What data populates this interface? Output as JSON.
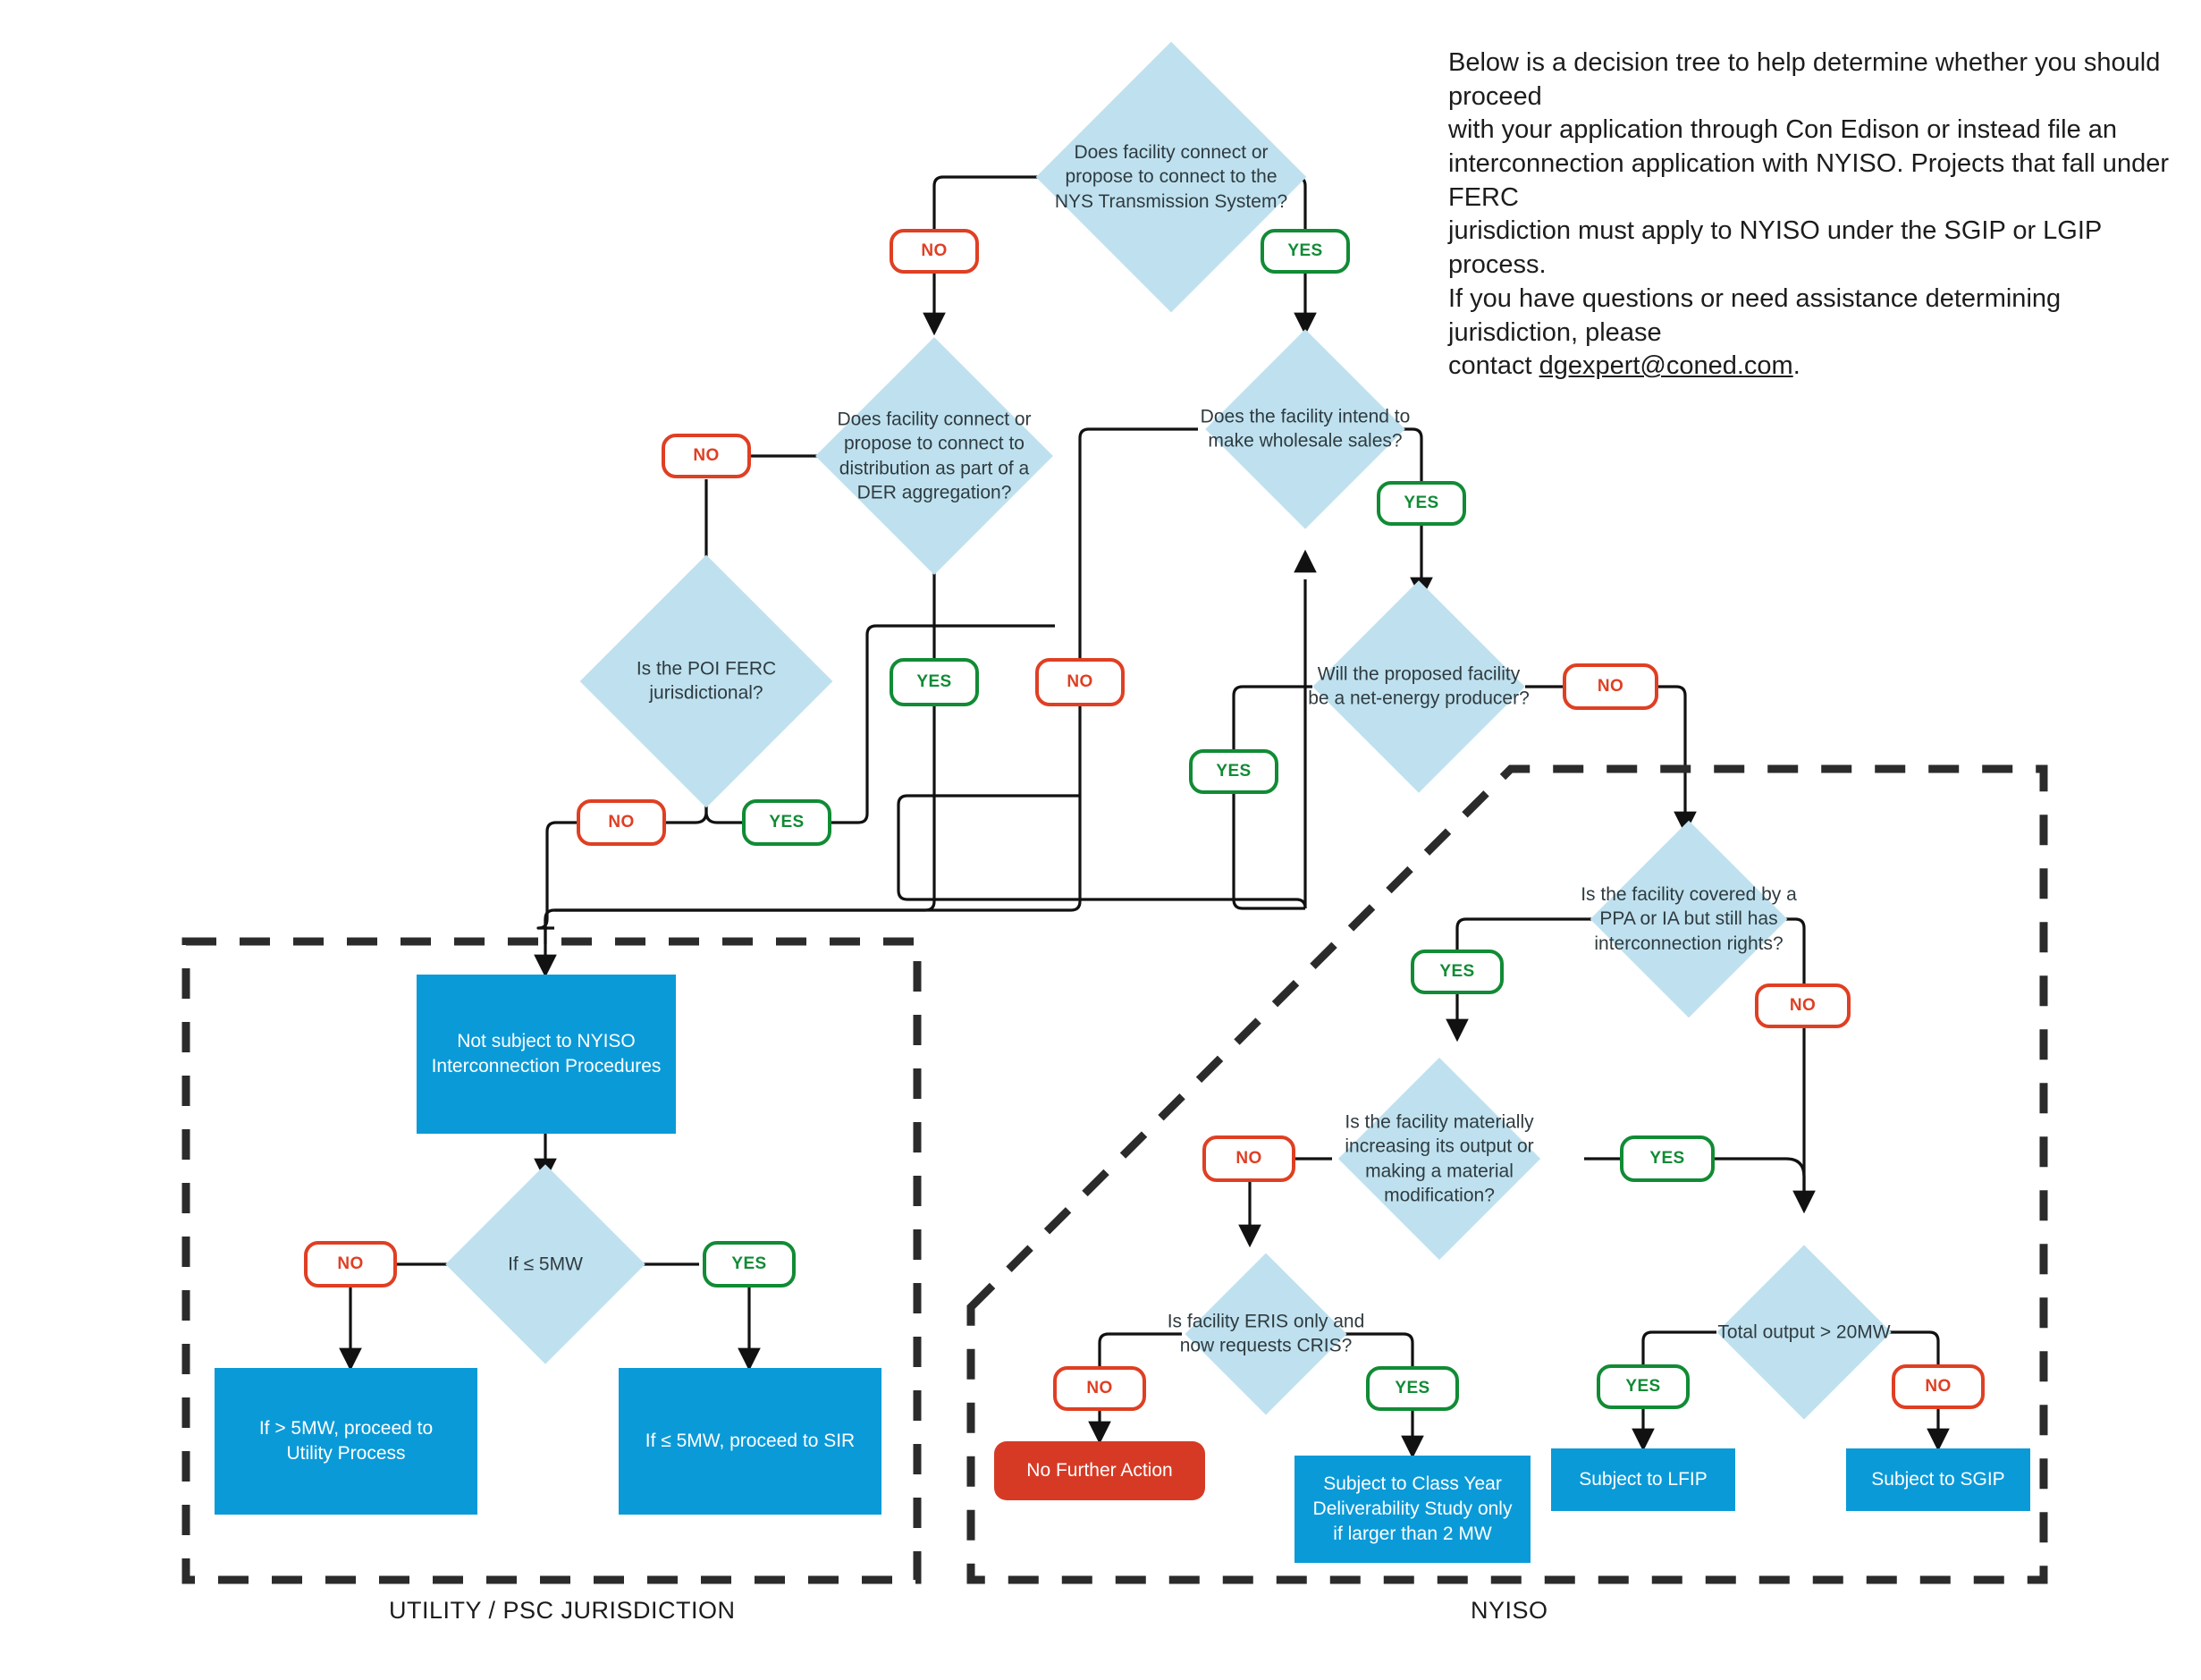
{
  "intro": {
    "line1": "Below is a decision tree to help determine whether you should proceed",
    "line2": "with your application through Con Edison or instead file an",
    "line3": "interconnection application with NYISO. Projects that fall under FERC",
    "line4": "jurisdiction must apply to NYISO under the SGIP or LGIP process.",
    "line5": "If you have questions or need assistance determining jurisdiction, please",
    "line6_prefix": "contact ",
    "email": "dgexpert@coned.com",
    "line6_suffix": "."
  },
  "decisions": {
    "d1_line1": "Does facility connect or",
    "d1_line2": "propose to connect to the",
    "d1_line3": "NYS Transmission System?",
    "d2_line1": "Does facility connect or",
    "d2_line2": "propose to connect to",
    "d2_line3": "distribution as part of a",
    "d2_line4": "DER aggregation?",
    "d3_line1": "Does the facility intend to",
    "d3_line2": "make wholesale sales?",
    "d4_line1": "Is the POI FERC",
    "d4_line2": "jurisdictional?",
    "d5_line1": "Will the proposed facility",
    "d5_line2": "be a net-energy producer?",
    "d6_line1": "Is the facility covered by a",
    "d6_line2": "PPA or IA but still has",
    "d6_line3": "interconnection rights?",
    "d7_line1": "Is the facility materially",
    "d7_line2": "increasing its output or",
    "d7_line3": "making a material",
    "d7_line4": "modification?",
    "d8_line1": "Is facility ERIS only and",
    "d8_line2": "now requests CRIS?",
    "d9_line1": "Total output > 20MW",
    "d10_line1": "If  ≤ 5MW"
  },
  "pills": {
    "p1_no": "NO",
    "p1_yes": "YES",
    "p2_no": "NO",
    "p2_yes": "YES",
    "p3_yes": "YES",
    "p3_no": "NO",
    "p4_no": "NO",
    "p4_yes": "YES",
    "p5_yes": "YES",
    "p5_no": "NO",
    "p6_yes": "YES",
    "p6_no": "NO",
    "p7_no": "NO",
    "p7_yes": "YES",
    "p8_no": "NO",
    "p8_yes": "YES",
    "p9_yes": "YES",
    "p9_no": "NO",
    "p10_no": "NO",
    "p10_yes": "YES"
  },
  "outcomes": {
    "not_subject_l1": "Not subject to NYISO",
    "not_subject_l2": "Interconnection Procedures",
    "gt5mw_l1": "If > 5MW, proceed to",
    "gt5mw_l2": "Utility Process",
    "le5mw_l1": "If  ≤ 5MW, proceed to SIR",
    "no_further_action": "No Further Action",
    "class_year_l1": "Subject to Class Year",
    "class_year_l2": "Deliverability Study only",
    "class_year_l3": "if larger than 2 MW",
    "lfip": "Subject to LFIP",
    "sgip": "Subject to SGIP"
  },
  "regions": {
    "utility_label": "UTILITY / PSC JURISDICTION",
    "nyiso_label": "NYISO"
  },
  "colors": {
    "diamond_fill": "#bfe1ef",
    "box_blue": "#0b9ad8",
    "box_red": "#d63a25",
    "yes_green": "#118b35",
    "no_red": "#df3f23",
    "wire": "#111111",
    "text": "#2f3b40"
  }
}
